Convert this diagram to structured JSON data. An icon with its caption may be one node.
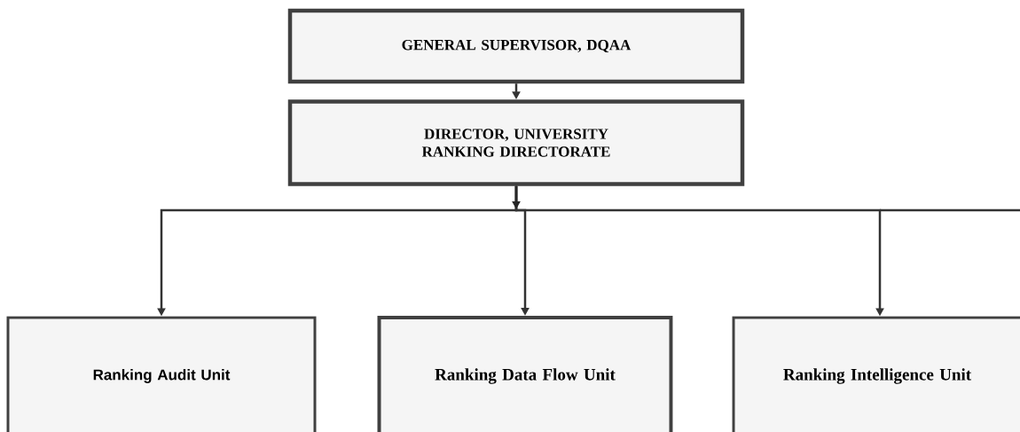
{
  "diagram": {
    "nodes": [
      {
        "text": [
          "GENERAL SUPERVISOR, DQAA"
        ]
      },
      {
        "text": [
          "DIRECTOR, UNIVERSITY RANKING DIRECTORATE"
        ]
      },
      {
        "text": [
          "Ranking Audit Unit"
        ]
      },
      {
        "text": [
          "Ranking Data Flow Unit"
        ]
      },
      {
        "text": [
          "Ranking Intelligence Unit"
        ]
      }
    ],
    "edges": [
      {
        "from": 0,
        "to": 1,
        "arrow": "to"
      },
      {
        "from": 1,
        "to": 2,
        "arrow": "to"
      },
      {
        "from": 1,
        "to": 3,
        "arrow": "to"
      },
      {
        "from": 1,
        "to": 4,
        "arrow": "to"
      }
    ]
  }
}
